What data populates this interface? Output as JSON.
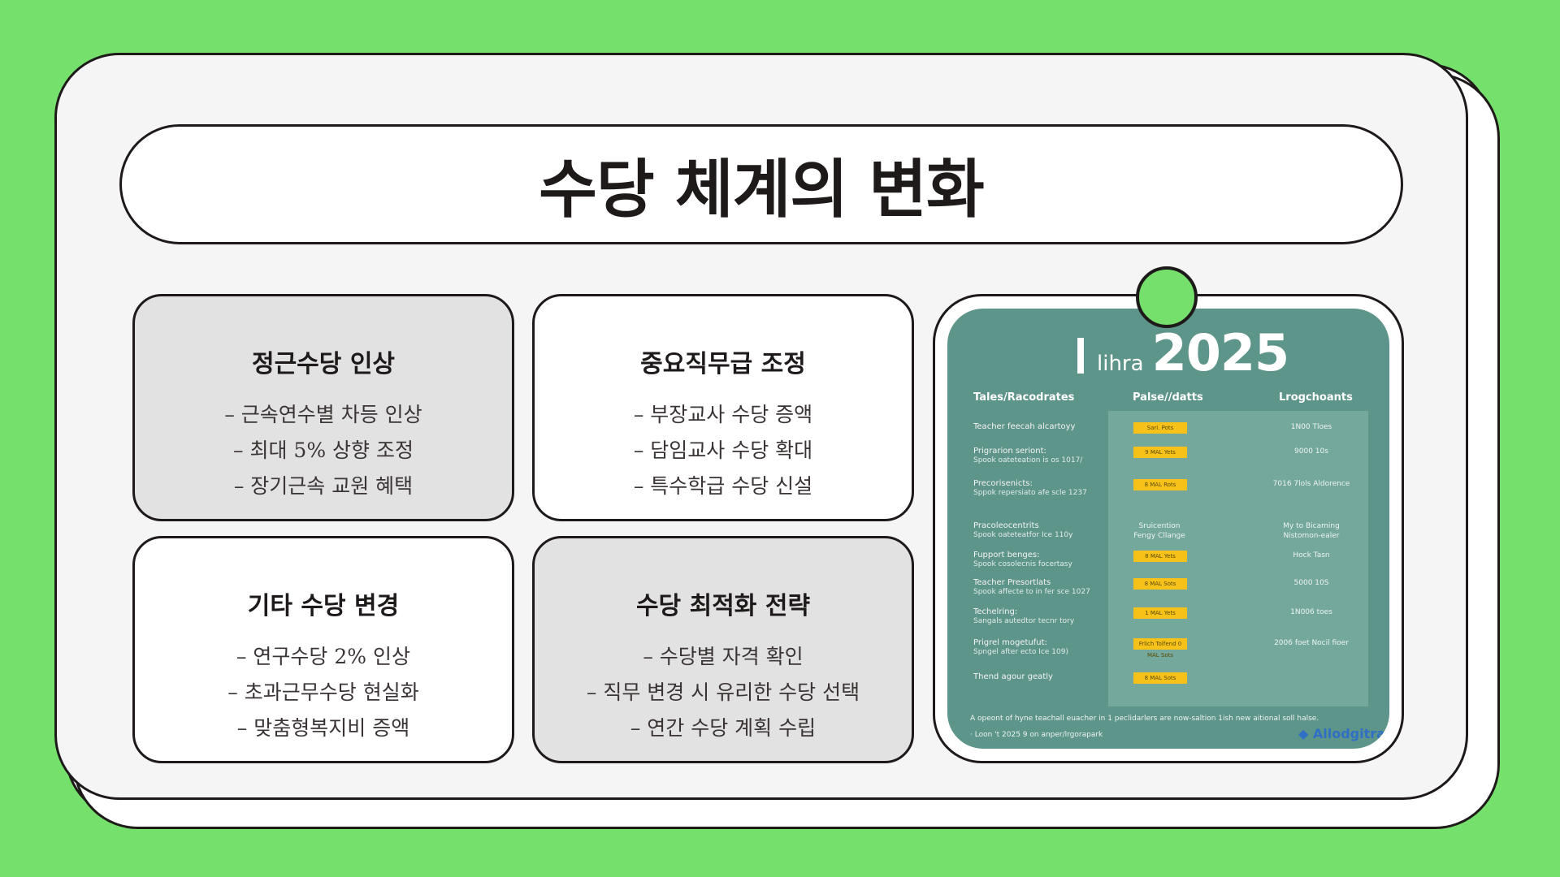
{
  "title": "수당 체계의 변화",
  "cards": [
    {
      "heading": "정근수당 인상",
      "items": [
        "– 근속연수별 차등 인상",
        "– 최대 5% 상향 조정",
        "– 장기근속 교원 혜택"
      ]
    },
    {
      "heading": "중요직무급 조정",
      "items": [
        "– 부장교사 수당 증액",
        "– 담임교사 수당 확대",
        "– 특수학급 수당 신설"
      ]
    },
    {
      "heading": "기타 수당 변경",
      "items": [
        "– 연구수당 2% 인상",
        "– 초과근무수당 현실화",
        "– 맞춤형복지비 증액"
      ]
    },
    {
      "heading": "수당 최적화 전략",
      "items": [
        "– 수당별 자격 확인",
        "– 직무 변경 시 유리한 수당 선택",
        "– 연간 수당 계획 수립"
      ]
    }
  ],
  "poster": {
    "brand": "lihra",
    "year": "2025",
    "headers": [
      "Tales/Racodrates",
      "Palse//datts",
      "Lrogchoants"
    ],
    "rows": [
      {
        "l1": "Teacher feecah alcartoyy",
        "l2": "",
        "mid": "Sari. Pots",
        "mid_badge": true,
        "right": "1N00 Tloes"
      },
      {
        "l1": "Prigrarion seriont:",
        "l2": "Spook oateteation is os 1017/",
        "mid": "9 MAL Yets",
        "mid_badge": true,
        "right": "9000 10s"
      },
      {
        "l1": "Precorisenicts:",
        "l2": "Sppok repersiato afe scle 1237",
        "mid": "8 MAL Rots",
        "mid_badge": true,
        "right": "7016 7lols Aldorence"
      },
      {
        "l1": "Pracoleocentrits",
        "l2": "Spook oateteatfor Ice 110y",
        "mid": "Sruicention Fengy Cllange",
        "mid_badge": false,
        "right": "My to Bicaming Nistomon-ealer"
      },
      {
        "l1": "Fupport benges:",
        "l2": "Spook cosolecnis focertasy",
        "mid": "8 MAL Yets",
        "mid_badge": true,
        "right": "Hock Tasn"
      },
      {
        "l1": "Teacher Presortlats",
        "l2": "Spook affecte to in fer sce 1027",
        "mid": "8 MAL Sots",
        "mid_badge": true,
        "right": "5000 10S"
      },
      {
        "l1": "Techelring:",
        "l2": "Sangals autedtor tecnr tory",
        "mid": "1 MAL Yets",
        "mid_badge": true,
        "right": "1N006 toes"
      },
      {
        "l1": "Prigrel mogetufut:",
        "l2": "Spngel after ecto Ice 109)",
        "mid": "Frlich Tolfend 0 MAL Sots",
        "mid_badge": true,
        "right": "2006 foet Nocil fioer"
      },
      {
        "l1": "Thend agour geatly",
        "l2": "",
        "mid": "8 MAL Sots",
        "mid_badge": true,
        "right": ""
      }
    ],
    "foot1": "A opeont of hyne teachall euacher in 1 peclidarlers are now-saltion 1ish new aitional soll halse.",
    "foot2": "· Loon 't 2025 9 on anper/lrgorapark",
    "logo": "Allodgitra"
  }
}
